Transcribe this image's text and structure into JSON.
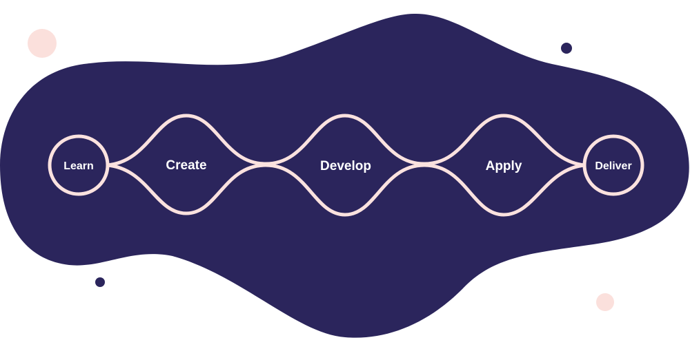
{
  "colors": {
    "background": "#ffffff",
    "blob": "#2b255c",
    "stroke": "#fbe2df",
    "text": "#ffffff",
    "accent_dot_light": "#fbe0dc",
    "accent_dot_dark": "#2b255c"
  },
  "diagram": {
    "nodes": {
      "start_label": "Learn",
      "end_label": "Deliver"
    },
    "stages": [
      {
        "label": "Create"
      },
      {
        "label": "Develop"
      },
      {
        "label": "Apply"
      }
    ]
  }
}
